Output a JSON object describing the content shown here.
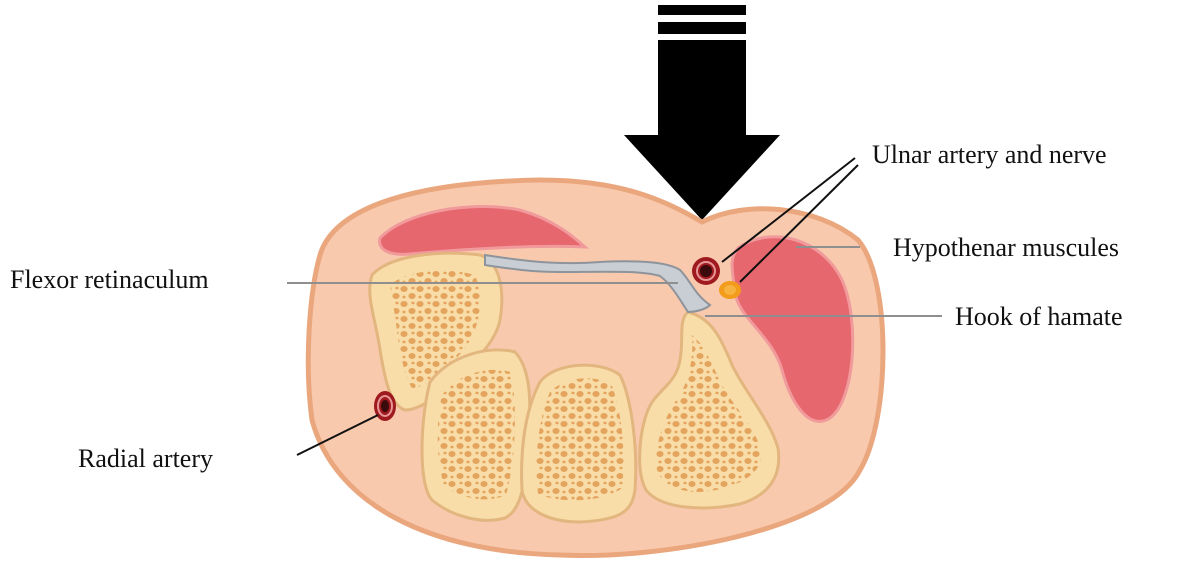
{
  "labels": {
    "ulnar": "Ulnar artery and nerve",
    "hypothenar": "Hypothenar muscules",
    "flexor": "Flexor retinaculum",
    "hamate": "Hook of hamate",
    "radial": "Radial artery"
  },
  "colors": {
    "skin_fill": "#F9C9AE",
    "skin_outline": "#EAA77E",
    "muscle_fill": "#E6676E",
    "muscle_light": "#F19A9C",
    "bone_fill": "#F8DDA9",
    "bone_outline": "#E2B67E",
    "trabecula": "#E4A45E",
    "ligament": "#C9CDD4",
    "artery": "#9E1A1F",
    "nerve": "#F39C1B",
    "arrow": "#000000",
    "leader": "#8F8F8F"
  }
}
